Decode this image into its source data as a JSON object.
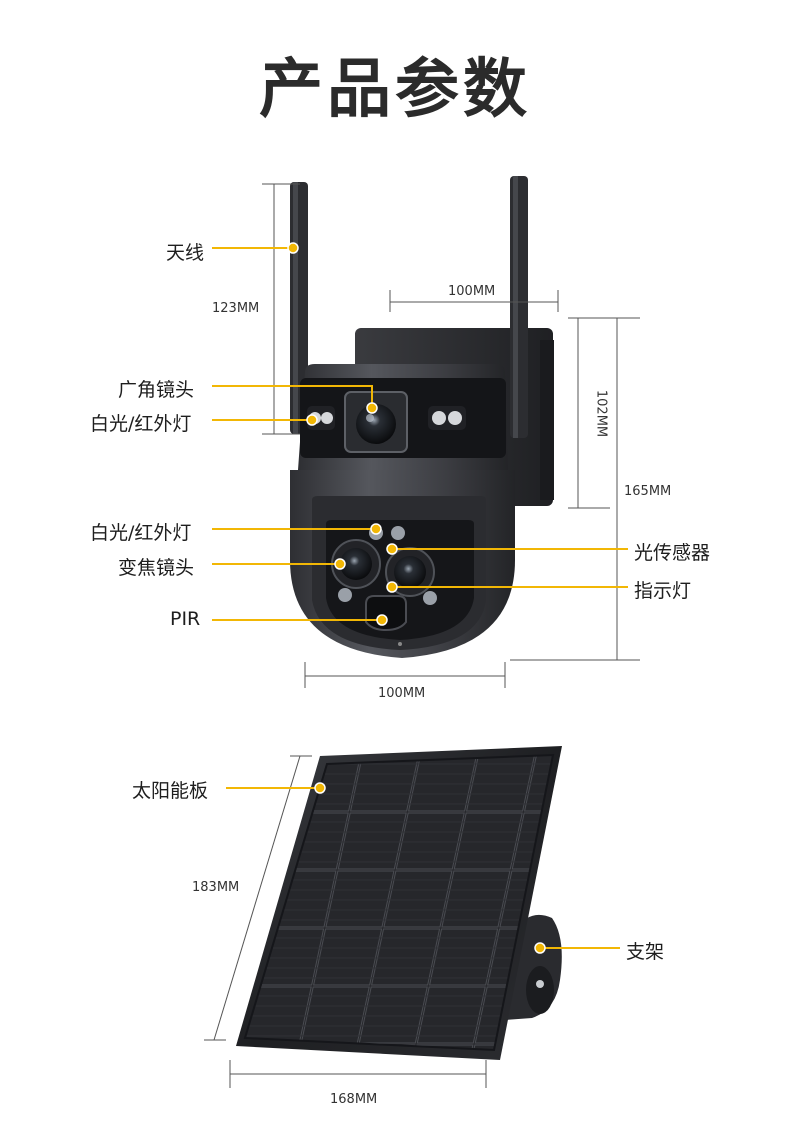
{
  "title": "产品参数",
  "camera": {
    "labels": {
      "antenna": "天线",
      "wide_lens": "广角镜头",
      "light_top": "白光/红外灯",
      "light_bottom": "白光/红外灯",
      "zoom_lens": "变焦镜头",
      "pir": "PIR",
      "light_sensor": "光传感器",
      "indicator": "指示灯"
    },
    "dimensions": {
      "antenna_height": "123MM",
      "top_width": "100MM",
      "head_height": "102MM",
      "total_height": "165MM",
      "bottom_width": "100MM"
    }
  },
  "solar": {
    "labels": {
      "panel": "太阳能板",
      "bracket": "支架"
    },
    "dimensions": {
      "height": "183MM",
      "width": "168MM"
    }
  },
  "colors": {
    "callout": "#f2b705",
    "dimension_line": "#555555",
    "device": "#3a3b3f"
  }
}
